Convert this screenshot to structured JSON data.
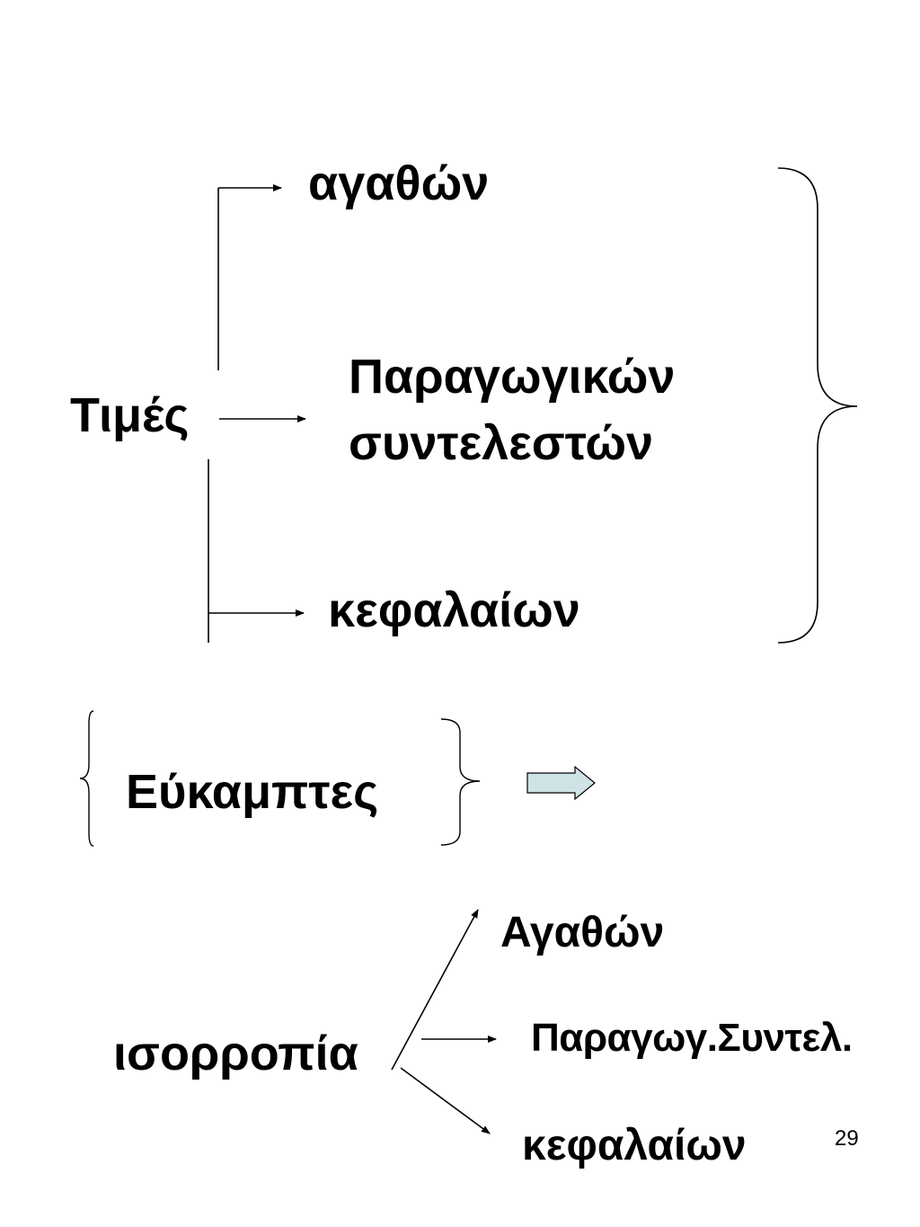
{
  "slide": {
    "page_number": "29"
  },
  "top_diagram": {
    "source": "Τιμές",
    "targets": {
      "goods": "αγαθών",
      "factors_line1": "Παραγωγικών",
      "factors_line2": "συντελεστών",
      "capital": "κεφαλαίων"
    }
  },
  "middle": {
    "label": "Εύκαμπτες",
    "arrow_icon": "block-right-arrow-icon",
    "arrow_fill": "#cfe3e6"
  },
  "bottom_diagram": {
    "source": "ισορροπία",
    "targets": {
      "goods": "Αγαθών",
      "factors": "Παραγωγ.Συντελ.",
      "capital": "κεφαλαίων"
    }
  }
}
